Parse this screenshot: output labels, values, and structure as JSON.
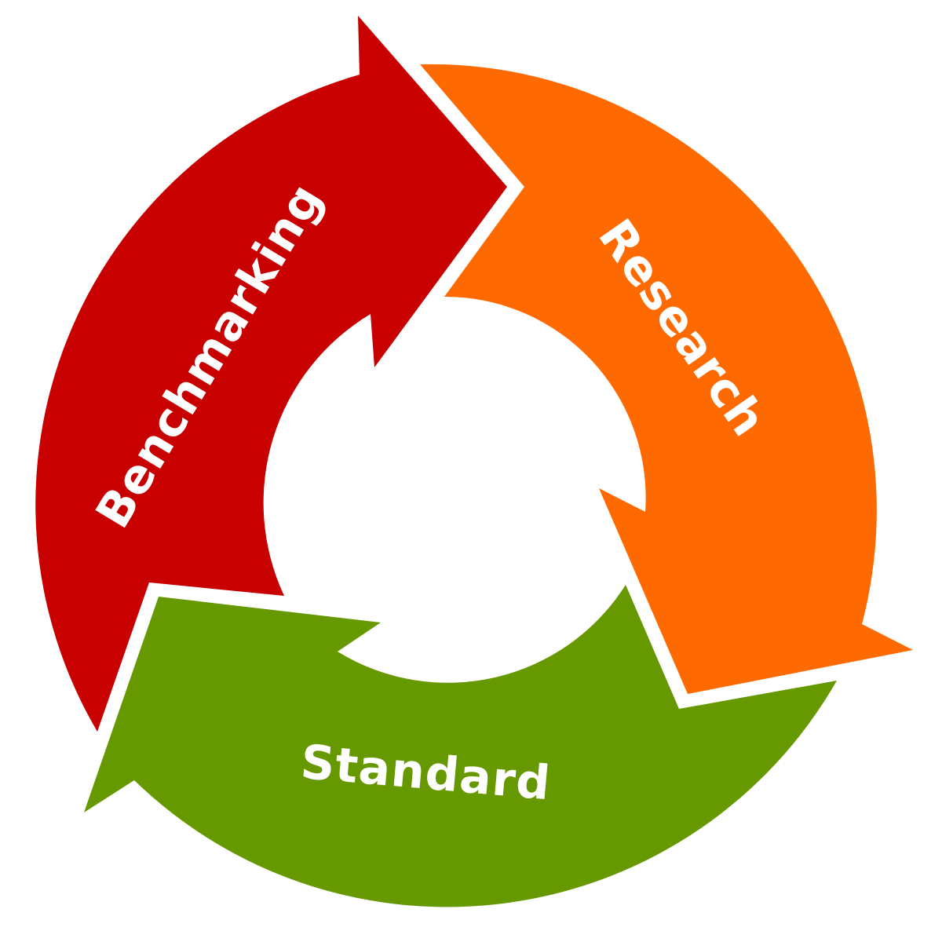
{
  "diagram": {
    "segments": [
      {
        "id": "benchmarking",
        "label": "Benchmarking",
        "color": "#c80000"
      },
      {
        "id": "research",
        "label": "Research",
        "color": "#ff6a00"
      },
      {
        "id": "standard",
        "label": "Standard",
        "color": "#669900"
      }
    ],
    "background": "#ffffff"
  }
}
